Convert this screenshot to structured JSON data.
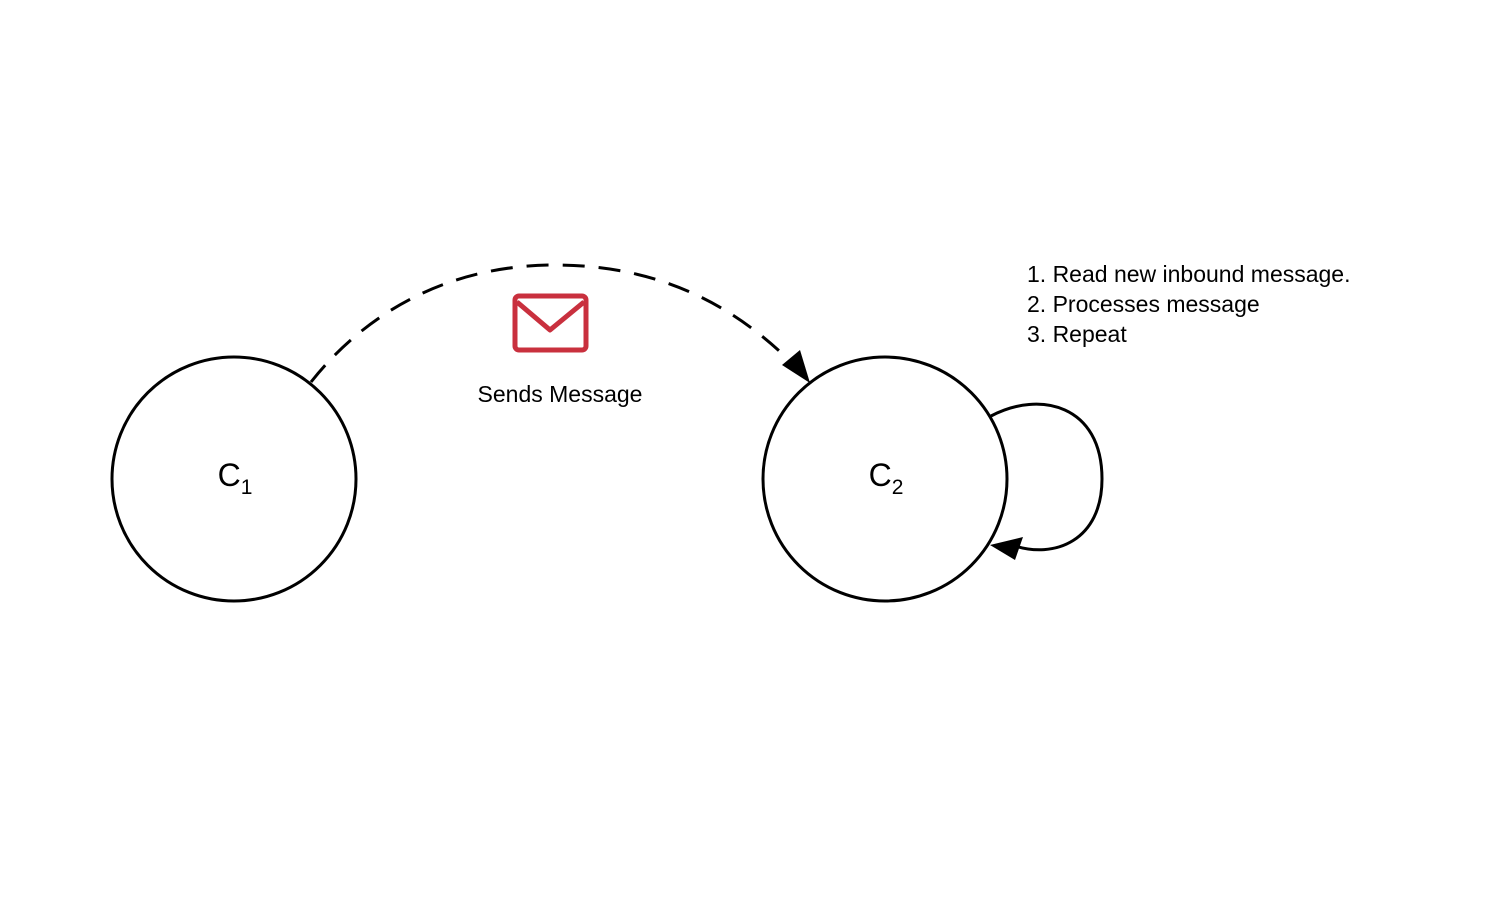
{
  "nodes": {
    "c1": {
      "letter": "C",
      "subscript": "1"
    },
    "c2": {
      "letter": "C",
      "subscript": "2"
    }
  },
  "edge": {
    "label": "Sends Message",
    "icon": "mail-icon",
    "icon_color": "#c9303e"
  },
  "steps": [
    "1. Read new inbound message.",
    "2. Processes message",
    "3. Repeat"
  ]
}
